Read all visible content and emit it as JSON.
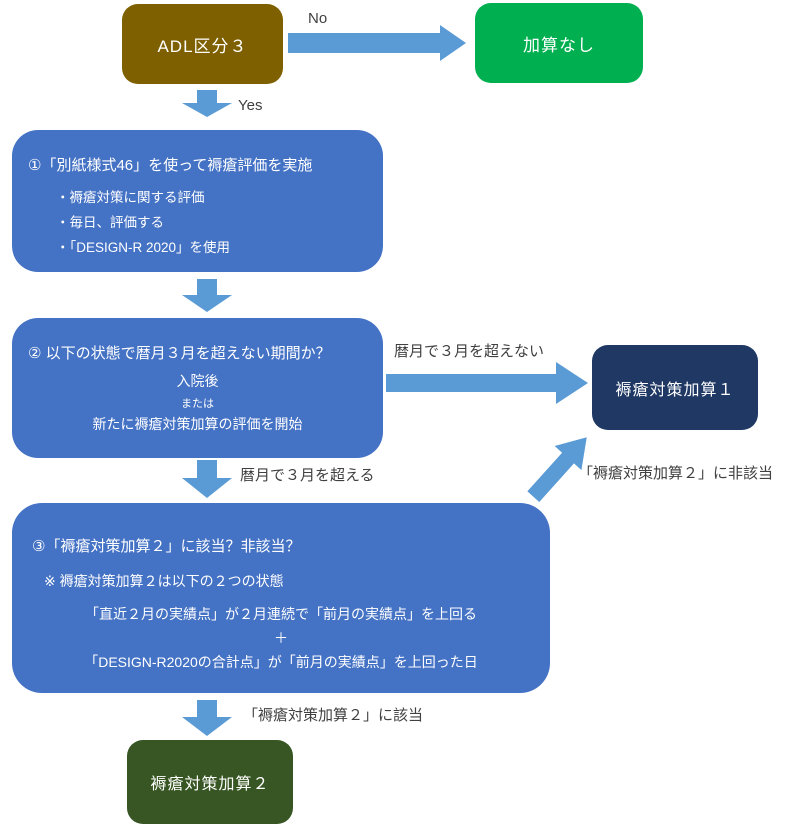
{
  "flowchart": {
    "nodes": {
      "adl": {
        "label": "ADL区分３"
      },
      "no_addition": {
        "label": "加算なし"
      },
      "step1": {
        "title": "①「別紙様式46」を使って褥瘡評価を実施",
        "bullets": [
          "・褥瘡対策に関する評価",
          "・毎日、評価する",
          "・「DESIGN-R 2020」を使用"
        ]
      },
      "step2": {
        "title": "② 以下の状態で暦月３月を超えない期間か？",
        "lines": [
          "入院後",
          "または",
          "新たに褥瘡対策加算の評価を開始"
        ]
      },
      "step3": {
        "title": "③「褥瘡対策加算２」に該当？非該当？",
        "note": "※ 褥瘡対策加算２は以下の２つの状態",
        "lines": [
          "「直近２月の実績点」が２月連続で「前月の実績点」を上回る",
          "＋",
          "「DESIGN-R2020の合計点」が「前月の実績点」を上回った日"
        ]
      },
      "addition1": {
        "label": "褥瘡対策加算１"
      },
      "addition2": {
        "label": "褥瘡対策加算２"
      }
    },
    "edge_labels": {
      "no": "No",
      "yes": "Yes",
      "within_3_months": "暦月で３月を超えない",
      "over_3_months": "暦月で３月を超える",
      "not_eligible_2": "「褥瘡対策加算２」に非該当",
      "eligible_2": "「褥瘡対策加算２」に該当"
    },
    "colors": {
      "adl_box": "#7F6000",
      "no_addition_box": "#00B050",
      "process_box": "#4472C4",
      "addition1_box": "#1F3864",
      "addition2_box": "#375623",
      "arrow": "#5B9BD5",
      "edge_label_text": "#404040",
      "box_text": "#FFFFFF",
      "background": "#FFFFFF"
    }
  }
}
